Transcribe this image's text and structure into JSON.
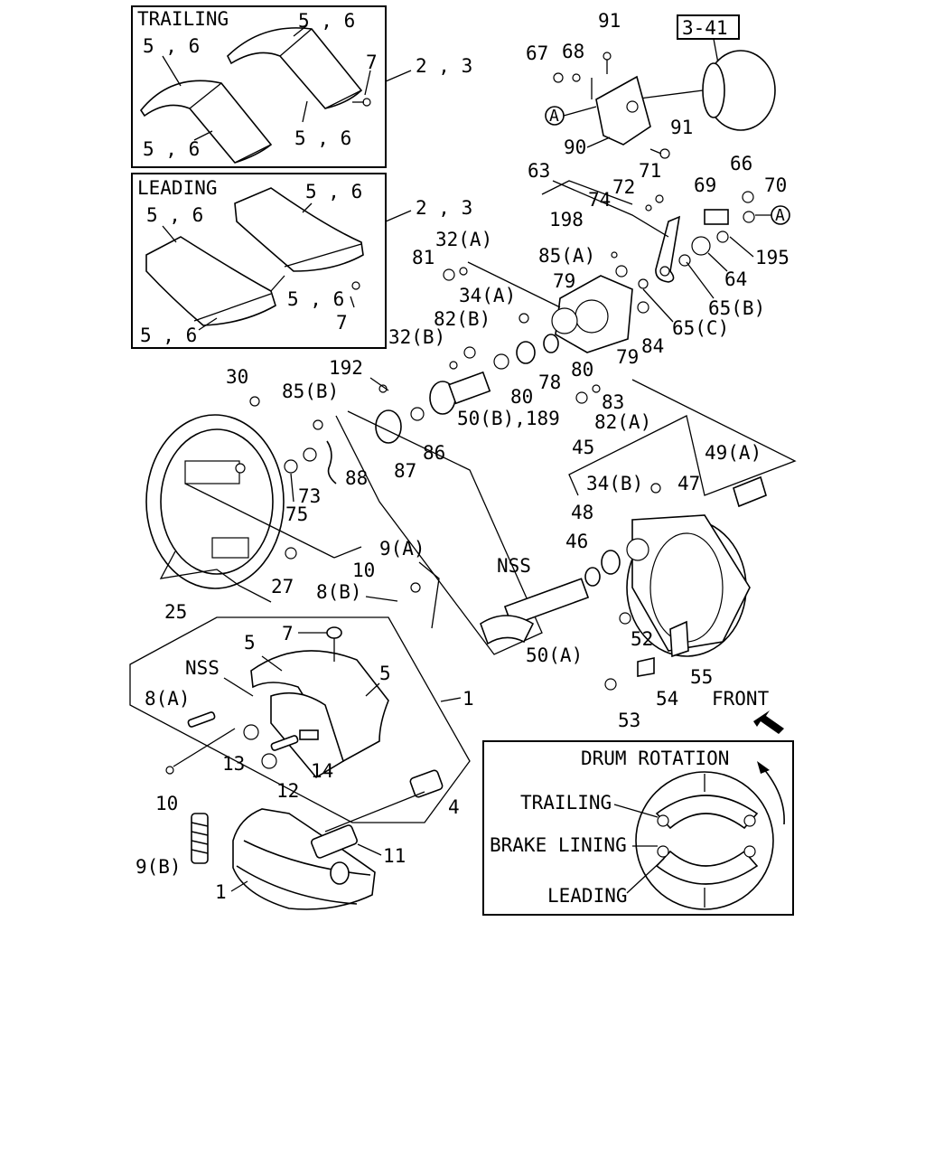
{
  "title_ref": "3-41",
  "insets": {
    "trailing": {
      "title": "TRAILING",
      "lbl_a": "5 , 6",
      "lbl_b": "5 , 6",
      "lbl_c": "7",
      "lbl_d": "5 , 6",
      "lbl_e": "5 , 6"
    },
    "leading": {
      "title": "LEADING",
      "lbl_a": "5 , 6",
      "lbl_b": "5 , 6",
      "lbl_c": "5 , 6",
      "lbl_d": "7",
      "lbl_e": "5 , 6"
    }
  },
  "drum_legend": {
    "title": "DRUM ROTATION",
    "trailing": "TRAILING",
    "brake_lining": "BRAKE LINING",
    "leading": "LEADING"
  },
  "callouts": {
    "c_2_3_a": "2 , 3",
    "c_2_3_b": "2 , 3",
    "c_91a": "91",
    "c_67": "67",
    "c_68": "68",
    "c_A1": "A",
    "c_90": "90",
    "c_91b": "91",
    "c_63": "63",
    "c_71": "71",
    "c_72": "72",
    "c_74": "74",
    "c_69": "69",
    "c_66": "66",
    "c_70": "70",
    "c_A2": "A",
    "c_198": "198",
    "c_195": "195",
    "c_64": "64",
    "c_32A": "32(A)",
    "c_81": "81",
    "c_85A": "85(A)",
    "c_79a": "79",
    "c_65B": "65(B)",
    "c_34A": "34(A)",
    "c_65C": "65(C)",
    "c_82B": "82(B)",
    "c_84": "84",
    "c_32B": "32(B)",
    "c_79b": "79",
    "c_80a": "80",
    "c_80b": "80",
    "c_78": "78",
    "c_192": "192",
    "c_83": "83",
    "c_30": "30",
    "c_85B": "85(B)",
    "c_82A": "82(A)",
    "c_50B": "50(B),189",
    "c_45": "45",
    "c_86": "86",
    "c_49A": "49(A)",
    "c_87": "87",
    "c_88": "88",
    "c_34B": "34(B)",
    "c_47": "47",
    "c_73": "73",
    "c_75": "75",
    "c_48": "48",
    "c_NSS1": "NSS",
    "c_46": "46",
    "c_9A": "9(A)",
    "c_10a": "10",
    "c_27": "27",
    "c_8B": "8(B)",
    "c_25": "25",
    "c_7": "7",
    "c_52": "52",
    "c_5a": "5",
    "c_5b": "5",
    "c_50A": "50(A)",
    "c_55": "55",
    "c_NSS2": "NSS",
    "c_1a": "1",
    "c_8A": "8(A)",
    "c_54": "54",
    "c_front": "FRONT",
    "c_53": "53",
    "c_13": "13",
    "c_14": "14",
    "c_12": "12",
    "c_10b": "10",
    "c_4": "4",
    "c_11": "11",
    "c_9B": "9(B)",
    "c_1b": "1"
  }
}
